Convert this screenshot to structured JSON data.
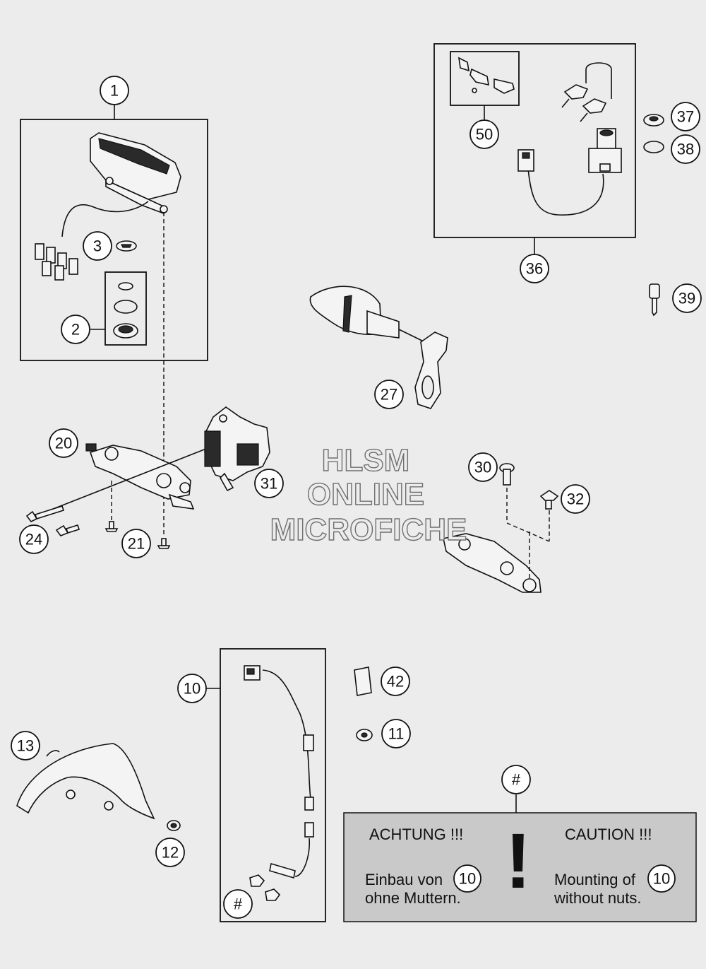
{
  "watermark": {
    "line1": "HLSM",
    "line2": "ONLINE",
    "line3": "MICROFICHE"
  },
  "callouts": [
    {
      "id": "c1",
      "label": "1"
    },
    {
      "id": "c2",
      "label": "2"
    },
    {
      "id": "c3",
      "label": "3"
    },
    {
      "id": "c10",
      "label": "10"
    },
    {
      "id": "c11",
      "label": "11"
    },
    {
      "id": "c12",
      "label": "12"
    },
    {
      "id": "c13",
      "label": "13"
    },
    {
      "id": "c20",
      "label": "20"
    },
    {
      "id": "c21",
      "label": "21"
    },
    {
      "id": "c24",
      "label": "24"
    },
    {
      "id": "c27",
      "label": "27"
    },
    {
      "id": "c30",
      "label": "30"
    },
    {
      "id": "c31",
      "label": "31"
    },
    {
      "id": "c32",
      "label": "32"
    },
    {
      "id": "c36",
      "label": "36"
    },
    {
      "id": "c37",
      "label": "37"
    },
    {
      "id": "c38",
      "label": "38"
    },
    {
      "id": "c39",
      "label": "39"
    },
    {
      "id": "c42",
      "label": "42"
    },
    {
      "id": "c50",
      "label": "50"
    },
    {
      "id": "chash1",
      "label": "#"
    },
    {
      "id": "chash2",
      "label": "#"
    }
  ],
  "warning": {
    "de_title": "ACHTUNG !!!",
    "en_title": "CAUTION !!!",
    "de_line1": "Einbau von",
    "de_line2": "ohne Muttern.",
    "en_line1": "Mounting of",
    "en_line2": "without nuts.",
    "ref_label": "10",
    "mark": "!"
  }
}
